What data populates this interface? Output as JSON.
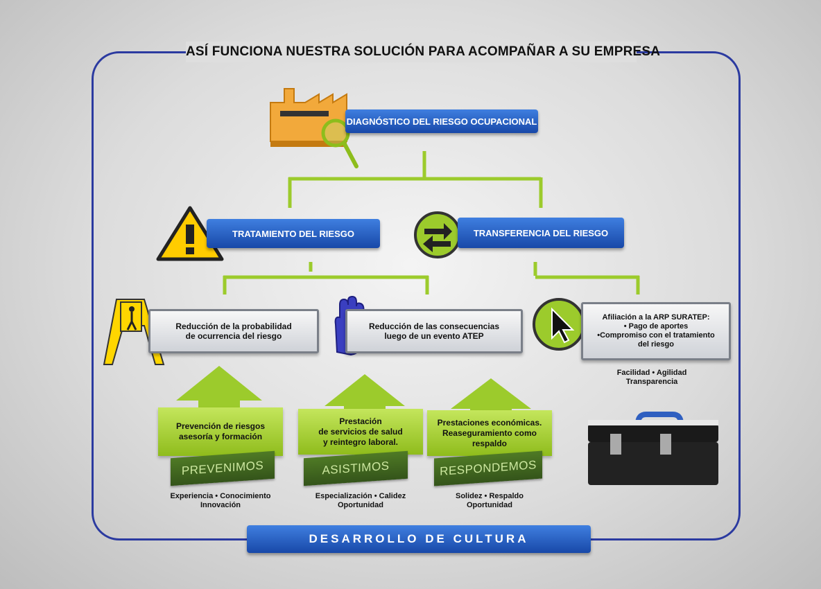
{
  "title": "ASÍ FUNCIONA NUESTRA SOLUCIÓN PARA ACOMPAÑAR A SU EMPRESA",
  "diagnostico": "DIAGNÓSTICO DEL RIESGO OCUPACIONAL",
  "tratamiento": "TRATAMIENTO DEL RIESGO",
  "transferencia": "TRANSFERENCIA DEL RIESGO",
  "boxes": {
    "reduccion_prob": [
      "Reducción de la probabilidad",
      "de ocurrencia del riesgo"
    ],
    "reduccion_cons": [
      "Reducción de las consecuencias",
      "luego de un evento ATEP"
    ],
    "afiliacion": [
      "Afiliación a la ARP SURATEP:",
      "• Pago de aportes",
      "•Compromiso con el tratamiento",
      "del riesgo"
    ]
  },
  "afiliacion_values": [
    "Facilidad • Agilidad",
    "Transparencia"
  ],
  "columns": [
    {
      "lines": [
        "Prevención de riesgos",
        "asesoría y formación"
      ],
      "label": "PREVENIMOS",
      "values": [
        "Experiencia • Conocimiento",
        "Innovación"
      ]
    },
    {
      "lines": [
        "Prestación",
        "de servicios de salud",
        "y reintegro laboral."
      ],
      "label": "ASISTIMOS",
      "values": [
        "Especialización • Calidez",
        "Oportunidad"
      ]
    },
    {
      "lines": [
        "Prestaciones económicas.",
        "Reaseguramiento como",
        "respaldo"
      ],
      "label": "RESPONDEMOS",
      "values": [
        "Solidez • Respaldo",
        "Oportunidad"
      ]
    }
  ],
  "footer": "DESARROLLO DE CULTURA",
  "icons": [
    "factory-icon",
    "magnifier-icon",
    "warning-icon",
    "transfer-arrows-icon",
    "wet-floor-sign-icon",
    "hand-icon",
    "cursor-icon",
    "toolbox-icon"
  ],
  "colors": {
    "frame": "#2b3aa0",
    "blue": "#1f5ac0",
    "green": "#9ccb2c",
    "darkgreen": "#3f6a20"
  }
}
